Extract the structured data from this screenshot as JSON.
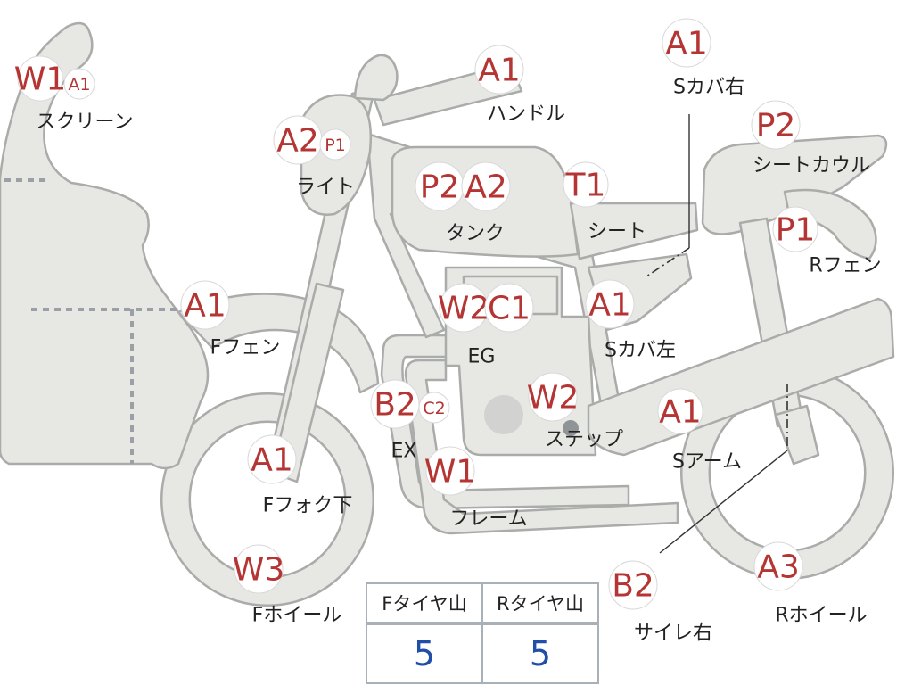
{
  "badges": [
    {
      "id": "screen-w1",
      "text": "W1"
    },
    {
      "id": "screen-a1",
      "text": "A1"
    },
    {
      "id": "handle-a1",
      "text": "A1"
    },
    {
      "id": "light-a2",
      "text": "A2"
    },
    {
      "id": "light-p1",
      "text": "P1"
    },
    {
      "id": "tank-p2",
      "text": "P2"
    },
    {
      "id": "tank-a2",
      "text": "A2"
    },
    {
      "id": "seat-t1",
      "text": "T1"
    },
    {
      "id": "scover-right-a1",
      "text": "A1"
    },
    {
      "id": "seatcowl-p2",
      "text": "P2"
    },
    {
      "id": "rfender-p1",
      "text": "P1"
    },
    {
      "id": "ffender-a1",
      "text": "A1"
    },
    {
      "id": "eg-w2",
      "text": "W2"
    },
    {
      "id": "eg-c1",
      "text": "C1"
    },
    {
      "id": "scover-left-a1",
      "text": "A1"
    },
    {
      "id": "ex-b2",
      "text": "B2"
    },
    {
      "id": "ex-c2",
      "text": "C2"
    },
    {
      "id": "step-w2",
      "text": "W2"
    },
    {
      "id": "sarm-a1",
      "text": "A1"
    },
    {
      "id": "ffork-a1",
      "text": "A1"
    },
    {
      "id": "frame-w1",
      "text": "W1"
    },
    {
      "id": "fwheel-w3",
      "text": "W3"
    },
    {
      "id": "sirenser-b2",
      "text": "B2"
    },
    {
      "id": "rwheel-a3",
      "text": "A3"
    }
  ],
  "labels": [
    {
      "id": "screen",
      "text": "スクリーン"
    },
    {
      "id": "handle",
      "text": "ハンドル"
    },
    {
      "id": "light",
      "text": "ライト"
    },
    {
      "id": "tank",
      "text": "タンク"
    },
    {
      "id": "seat",
      "text": "シート"
    },
    {
      "id": "scover-right",
      "text": "Sカバ右"
    },
    {
      "id": "seatcowl",
      "text": "シートカウル"
    },
    {
      "id": "rfender",
      "text": "Rフェン"
    },
    {
      "id": "ffender",
      "text": "Fフェン"
    },
    {
      "id": "eg",
      "text": "EG"
    },
    {
      "id": "scover-left",
      "text": "Sカバ左"
    },
    {
      "id": "ex",
      "text": "EX"
    },
    {
      "id": "step",
      "text": "ステップ"
    },
    {
      "id": "sarm",
      "text": "Sアーム"
    },
    {
      "id": "ffork",
      "text": "Fフォク下"
    },
    {
      "id": "frame",
      "text": "フレーム"
    },
    {
      "id": "fwheel",
      "text": "Fホイール"
    },
    {
      "id": "sirenser",
      "text": "サイレ右"
    },
    {
      "id": "rwheel",
      "text": "Rホイール"
    }
  ],
  "tire_table": {
    "front_header": "Fタイヤ山",
    "rear_header": "Rタイヤ山",
    "front_value": "5",
    "rear_value": "5"
  },
  "colors": {
    "badge_text": "#b43533",
    "part_fill": "#e7e7e4",
    "part_outline": "#a9aca9",
    "table_value": "#1f4fa8"
  }
}
